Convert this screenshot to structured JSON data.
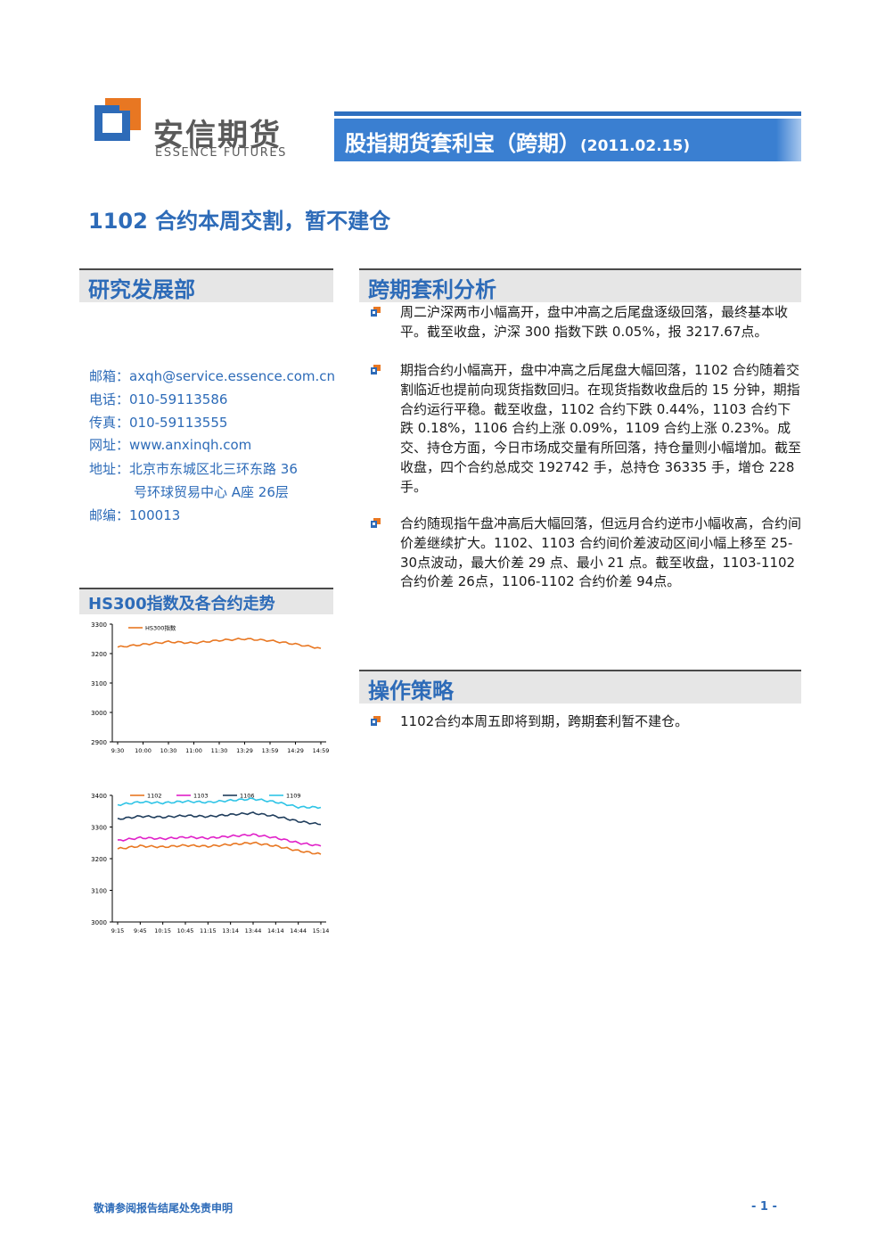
{
  "brand": {
    "name_cn": "安信期货",
    "name_en": "ESSENCE FUTURES"
  },
  "header": {
    "title": "股指期货套利宝（跨期）",
    "date": "(2011.02.15)"
  },
  "headline": "1102 合约本周交割，暂不建仓",
  "sections": {
    "research": "研究发展部",
    "analysis": "跨期套利分析",
    "strategy": "操作策略",
    "chart": "HS300指数及各合约走势"
  },
  "contact": [
    {
      "label": "邮箱：",
      "value": "axqh@service.essence.com.cn"
    },
    {
      "label": "电话：",
      "value": "010-59113586"
    },
    {
      "label": "传真：",
      "value": "010-59113555"
    },
    {
      "label": "网址：",
      "value": "www.anxinqh.com"
    },
    {
      "label": "地址：",
      "value": "北京市东城区北三环东路 36"
    },
    {
      "label": "",
      "value": "号环球贸易中心 A座 26层"
    },
    {
      "label": "邮编：",
      "value": "100013"
    }
  ],
  "analysis": [
    "周二沪深两市小幅高开，盘中冲高之后尾盘逐级回落，最终基本收平。截至收盘，沪深 300 指数下跌 0.05%，报 3217.67点。",
    "期指合约小幅高开，盘中冲高之后尾盘大幅回落，1102 合约随着交割临近也提前向现货指数回归。在现货指数收盘后的 15 分钟，期指合约运行平稳。截至收盘，1102 合约下跌 0.44%，1103 合约下跌 0.18%，1106 合约上涨 0.09%，1109 合约上涨 0.23%。成交、持仓方面，今日市场成交量有所回落，持仓量则小幅增加。截至收盘，四个合约总成交 192742 手，总持仓 36335 手，增仓 228手。",
    "合约随现指午盘冲高后大幅回落，但远月合约逆市小幅收高，合约间价差继续扩大。1102、1103 合约间价差波动区间小幅上移至 25-30点波动，最大价差 29 点、最小 21 点。截至收盘，1103-1102 合约价差 26点，1106-1102 合约价差 94点。"
  ],
  "strategy": [
    "1102合约本周五即将到期，跨期套利暂不建仓。"
  ],
  "chart_data": [
    {
      "type": "line",
      "title": "",
      "xlabel": "",
      "ylabel": "",
      "categories": [
        "9:30",
        "10:00",
        "10:30",
        "11:00",
        "11:30",
        "13:29",
        "13:59",
        "14:29",
        "14:59"
      ],
      "ylim": [
        2900,
        3300
      ],
      "yticks": [
        2900,
        3000,
        3100,
        3200,
        3300
      ],
      "legend_position": "top-left",
      "grid": false,
      "series": [
        {
          "name": "HS300指数",
          "color": "#e87722",
          "values": [
            3222,
            3231,
            3240,
            3236,
            3245,
            3250,
            3244,
            3232,
            3218
          ]
        }
      ]
    },
    {
      "type": "line",
      "title": "",
      "xlabel": "",
      "ylabel": "",
      "categories": [
        "9:15",
        "9:45",
        "10:15",
        "10:45",
        "11:15",
        "13:14",
        "13:44",
        "14:14",
        "14:44",
        "15:14"
      ],
      "ylim": [
        3000,
        3400
      ],
      "yticks": [
        3000,
        3100,
        3200,
        3300,
        3400
      ],
      "legend_position": "top",
      "grid": false,
      "series": [
        {
          "name": "1102",
          "color": "#e87722",
          "values": [
            3231,
            3240,
            3237,
            3242,
            3239,
            3245,
            3250,
            3240,
            3225,
            3214
          ]
        },
        {
          "name": "1103",
          "color": "#e020c8",
          "values": [
            3257,
            3266,
            3263,
            3268,
            3265,
            3271,
            3276,
            3266,
            3250,
            3240
          ]
        },
        {
          "name": "1106",
          "color": "#1f3d5c",
          "values": [
            3325,
            3334,
            3331,
            3336,
            3333,
            3339,
            3344,
            3334,
            3318,
            3308
          ]
        },
        {
          "name": "1109",
          "color": "#2ec4e6",
          "values": [
            3370,
            3379,
            3376,
            3381,
            3378,
            3384,
            3389,
            3379,
            3363,
            3362
          ]
        }
      ]
    }
  ],
  "footer": {
    "disclaimer": "敬请参阅报告结尾处免责申明",
    "page": "- 1 -"
  }
}
